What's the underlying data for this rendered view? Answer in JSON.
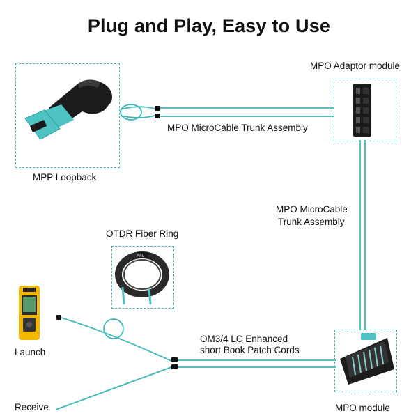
{
  "title": "Plug and Play, Easy to Use",
  "labels": {
    "adaptor_module": "MPO Adaptor module",
    "trunk_top": "MPO MicroCable Trunk Assembly",
    "mpp_loopback": "MPP Loopback",
    "trunk_right_1": "MPO MicroCable",
    "trunk_right_2": "Trunk Assembly",
    "otdr_ring": "OTDR Fiber Ring",
    "patch_1": "OM3/4 LC Enhanced",
    "patch_2": "short Book Patch Cords",
    "launch": "Launch",
    "receive": "Receive",
    "mpo_module": "MPO module"
  },
  "device_text": "AFL",
  "colors": {
    "fiber": "#3fb8b8",
    "aqua": "#4fc2c4",
    "tester_yellow": "#f5b800"
  }
}
